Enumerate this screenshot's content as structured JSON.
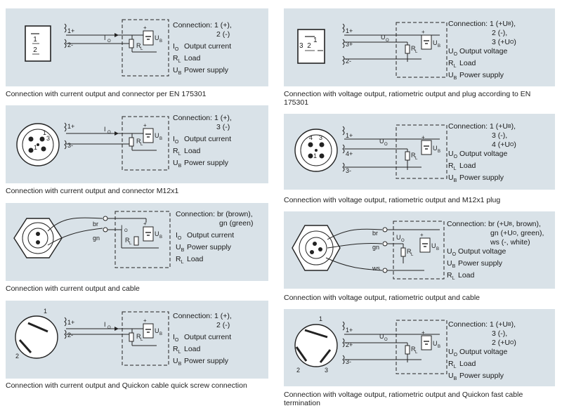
{
  "panels": [
    {
      "caption": "Connection with current output and connector per EN 175301",
      "pins": [
        "1",
        "2"
      ],
      "wires": [
        "1+",
        "2-"
      ],
      "conn": [
        "Connection: 1 (+),",
        "2 (-)"
      ],
      "legend": [
        [
          "I",
          "O",
          "Output current"
        ],
        [
          "R",
          "L",
          "Load"
        ],
        [
          "U",
          "B",
          "Power supply"
        ]
      ]
    },
    {
      "caption": "Connection with current output and connector M12x1",
      "pins": [
        "1",
        "3",
        "1"
      ],
      "wires": [
        "1+",
        "3-"
      ],
      "conn": [
        "Connection: 1 (+),",
        "3 (-)"
      ],
      "legend": [
        [
          "I",
          "O",
          "Output current"
        ],
        [
          "R",
          "L",
          "Load"
        ],
        [
          "U",
          "B",
          "Power supply"
        ]
      ]
    },
    {
      "caption": "Connection with current output and cable",
      "wires": [
        "br",
        "gn"
      ],
      "conn": [
        "Connection: br (brown),",
        "gn (green)"
      ],
      "legend": [
        [
          "I",
          "O",
          "Output current"
        ],
        [
          "U",
          "B",
          "Power supply"
        ],
        [
          "R",
          "L",
          "Load"
        ]
      ]
    },
    {
      "caption": "Connection with current output and Quickon cable quick screw connection",
      "pins": [
        "1",
        "2"
      ],
      "wires": [
        "1+",
        "2-"
      ],
      "conn": [
        "Connection: 1 (+),",
        "2 (-)"
      ],
      "legend": [
        [
          "I",
          "O",
          "Output current"
        ],
        [
          "R",
          "L",
          "Load"
        ],
        [
          "U",
          "B",
          "Power supply"
        ]
      ]
    },
    {
      "caption": "Connection with voltage output, ratiometric output and plug according to EN 175301",
      "pins": [
        "3",
        "2",
        "1"
      ],
      "wires": [
        "1+",
        "3+",
        "2-"
      ],
      "conn": [
        "Connection: 1 (+U",
        "2 (-),",
        "3 (+U"
      ],
      "legend": [
        [
          "U",
          "O",
          "Output voltage"
        ],
        [
          "R",
          "L",
          "Load"
        ],
        [
          "U",
          "B",
          "Power supply"
        ]
      ]
    },
    {
      "caption": "Connection with voltage output, ratiometric output and M12x1 plug",
      "pins": [
        "4",
        "3",
        "1"
      ],
      "wires": [
        "1+",
        "4+",
        "3-"
      ],
      "conn": [
        "Connection: 1 (+U",
        "3 (-),",
        "4 (+U"
      ],
      "legend": [
        [
          "U",
          "O",
          "Output voltage"
        ],
        [
          "R",
          "L",
          "Load"
        ],
        [
          "U",
          "B",
          "Power supply"
        ]
      ]
    },
    {
      "caption": "Connection with voltage output, ratiometric output and cable",
      "wires": [
        "br",
        "gn",
        "ws"
      ],
      "conn": [
        "Connection: br (+U",
        "gn (+U",
        "ws (-, white)"
      ],
      "legend": [
        [
          "U",
          "O",
          "Output voltage"
        ],
        [
          "U",
          "B",
          "Power supply"
        ],
        [
          "R",
          "L",
          "Load"
        ]
      ]
    },
    {
      "caption": "Connection with voltage output, ratiometric output and Quickon fast cable termination",
      "pins": [
        "1",
        "2",
        "3"
      ],
      "wires": [
        "1+",
        "2+",
        "3-"
      ],
      "conn": [
        "Connection: 1 (+U",
        "3 (-),",
        "2 (+U"
      ],
      "legend": [
        [
          "U",
          "O",
          "Output voltage"
        ],
        [
          "R",
          "L",
          "Load"
        ],
        [
          "U",
          "B",
          "Power supply"
        ]
      ]
    }
  ],
  "conn_suffix": {
    "p4_l1": "B",
    "p4_l1_end": "),",
    "p4_l3": "O",
    "p4_l3_end": ")",
    "p5_l1": "B",
    "p5_l1_end": "),",
    "p5_l3": "O",
    "p5_l3_end": ")",
    "p6_l1": "B",
    "p6_l1_end": ", brown),",
    "p6_l2": "O",
    "p6_l2_end": ", green),",
    "p7_l1": "B",
    "p7_l1_end": "),",
    "p7_l3": "O",
    "p7_l3_end": ")"
  },
  "symbols": {
    "io": "I",
    "io_sub": "O",
    "uo": "U",
    "uo_sub": "O",
    "rl": "R",
    "rl_sub": "L",
    "ub": "U",
    "ub_sub": "B",
    "plus": "+"
  }
}
